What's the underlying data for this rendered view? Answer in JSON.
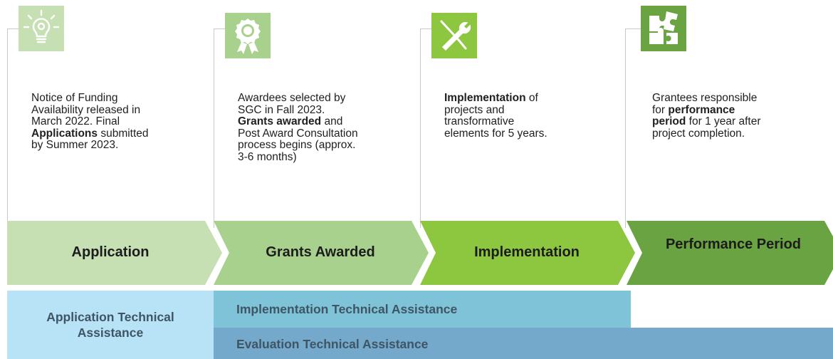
{
  "stages": [
    {
      "key": "application",
      "icon": "lightbulb-icon",
      "color": "#c6e0b4",
      "label": "Application",
      "desc": [
        {
          "text": "Notice of Funding ",
          "bold": false
        },
        {
          "text": "Availability released in ",
          "bold": false
        },
        {
          "text": "March 2022. Final ",
          "bold": false
        },
        {
          "text": "Applications",
          "bold": true
        },
        {
          "text": " submitted ",
          "bold": false
        },
        {
          "text": "by Summer 2023.",
          "bold": false
        }
      ]
    },
    {
      "key": "grants",
      "icon": "award-ribbon-icon",
      "color": "#a9d18e",
      "label": "Grants Awarded",
      "desc": [
        {
          "text": "Awardees selected by ",
          "bold": false
        },
        {
          "text": "SGC in Fall 2023. ",
          "bold": false
        },
        {
          "text": "Grants awarded",
          "bold": true
        },
        {
          "text": " and ",
          "bold": false
        },
        {
          "text": "Post Award Consultation ",
          "bold": false
        },
        {
          "text": "process begins (approx. ",
          "bold": false
        },
        {
          "text": "3-6 months)",
          "bold": false
        }
      ]
    },
    {
      "key": "implementation",
      "icon": "tools-icon",
      "color": "#8dc63f",
      "label": "Implementation",
      "desc": [
        {
          "text": "Implementation",
          "bold": true
        },
        {
          "text": " of ",
          "bold": false
        },
        {
          "text": "projects and ",
          "bold": false
        },
        {
          "text": "transformative ",
          "bold": false
        },
        {
          "text": "elements for 5 years.",
          "bold": false
        }
      ]
    },
    {
      "key": "performance",
      "icon": "puzzle-icon",
      "color": "#6aa342",
      "label": "Performance Period",
      "desc": [
        {
          "text": "Grantees responsible ",
          "bold": false
        },
        {
          "text": "for ",
          "bold": false
        },
        {
          "text": "performance ",
          "bold": true
        },
        {
          "text": "period",
          "bold": true
        },
        {
          "text": " for 1 year after ",
          "bold": false
        },
        {
          "text": "project completion.",
          "bold": false
        }
      ]
    }
  ],
  "assistance": {
    "application": {
      "label": "Application Technical Assistance",
      "color": "#b8e3f6"
    },
    "implementation": {
      "label": "Implementation Technical Assistance",
      "color": "#7fc3d8"
    },
    "evaluation": {
      "label": "Evaluation Technical Assistance",
      "color": "#74a9cb"
    }
  }
}
